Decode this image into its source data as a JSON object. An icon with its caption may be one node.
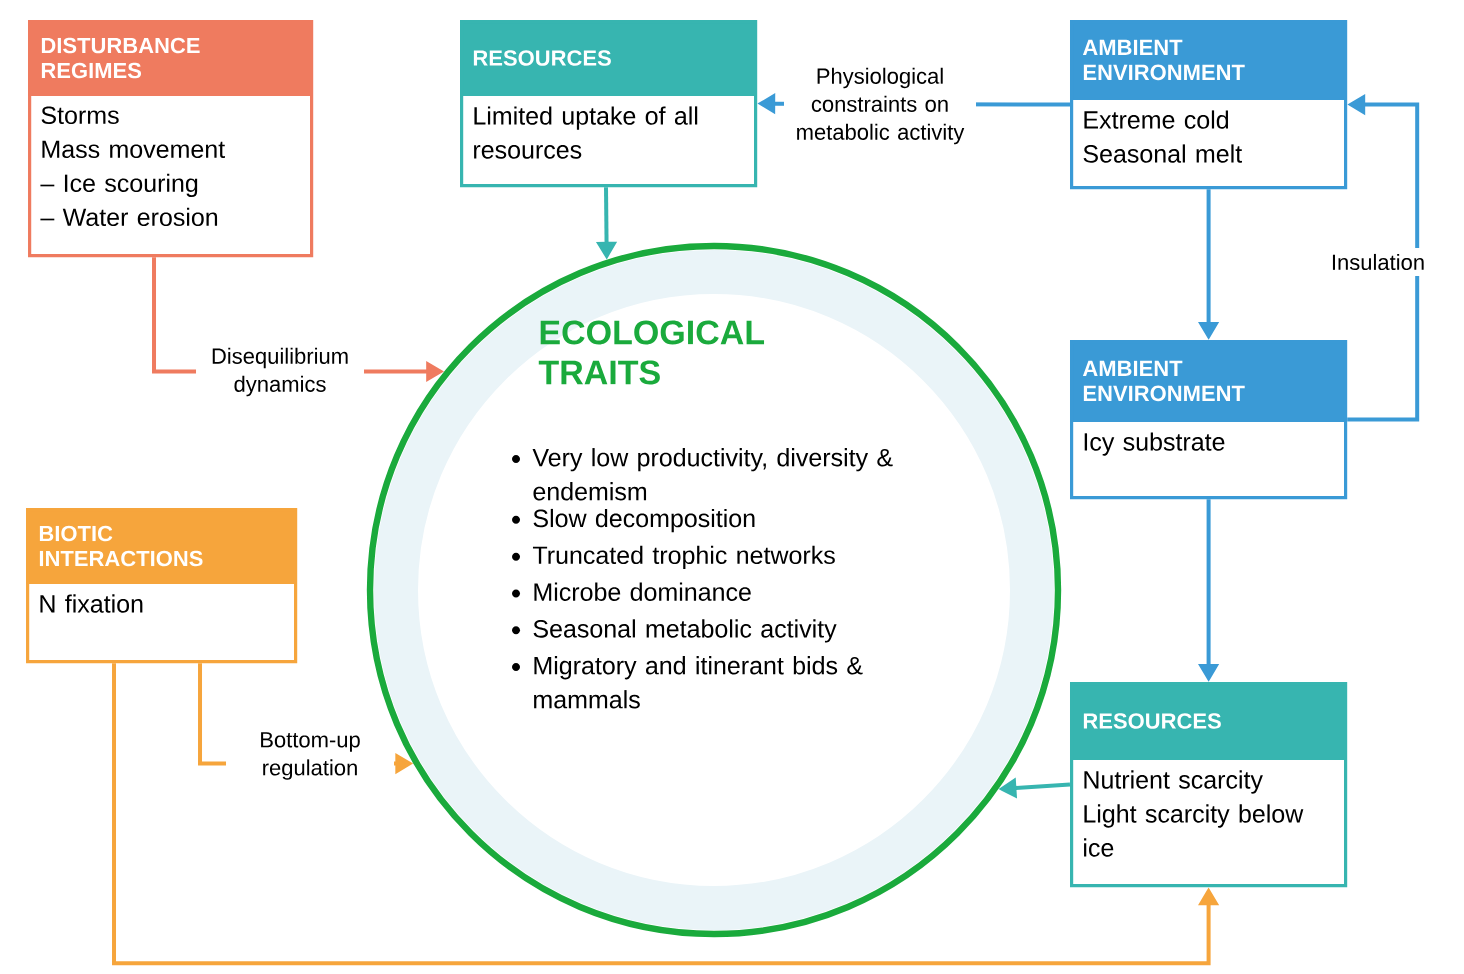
{
  "diagram": {
    "nodes": [
      {
        "text": [
          "DISTURBANCE REGIMES",
          "Storms",
          "Mass movement",
          "– Ice scouring",
          "– Water erosion"
        ]
      },
      {
        "text": [
          "RESOURCES",
          "Limited uptake of all resources"
        ]
      },
      {
        "text": [
          "AMBIENT ENVIRONMENT",
          "Extreme cold",
          "Seasonal melt"
        ]
      },
      {
        "text": [
          "AMBIENT ENVIRONMENT",
          "Icy substrate"
        ]
      },
      {
        "text": [
          "ECOLOGICAL TRAITS",
          "Very low productivity, diversity & endemism",
          "Slow decomposition",
          "Truncated trophic networks",
          "Microbe dominance",
          "Seasonal metabolic activity",
          "Migratory and itinerant bids & mammals"
        ]
      },
      {
        "text": [
          "BIOTIC INTERACTIONS",
          "N fixation"
        ]
      },
      {
        "text": [
          "RESOURCES",
          "Nutrient scarcity",
          "Light scarcity below ice"
        ]
      }
    ],
    "edges": [
      {
        "from": 0,
        "to": 4,
        "arrow": "to",
        "label": "Disequilibrium dynamics",
        "color": "#ef7b5f"
      },
      {
        "from": 1,
        "to": 4,
        "arrow": "to",
        "color": "#37b5b0"
      },
      {
        "from": 2,
        "to": 1,
        "arrow": "to",
        "label": "Physiological constraints on metabolic activity"
      },
      {
        "from": 2,
        "to": 3,
        "arrow": "to"
      },
      {
        "from": 3,
        "to": 2,
        "arrow": "to",
        "label": "Insulation"
      },
      {
        "from": 3,
        "to": 6,
        "arrow": "to"
      },
      {
        "from": 6,
        "to": 4,
        "arrow": "to",
        "color": "#37b5b0"
      },
      {
        "from": 5,
        "to": 4,
        "arrow": "to",
        "label": "Bottom-up regulation",
        "color": "#f6a53c"
      },
      {
        "from": 5,
        "to": 6,
        "arrow": "to",
        "color": "#f6a53c"
      }
    ]
  }
}
